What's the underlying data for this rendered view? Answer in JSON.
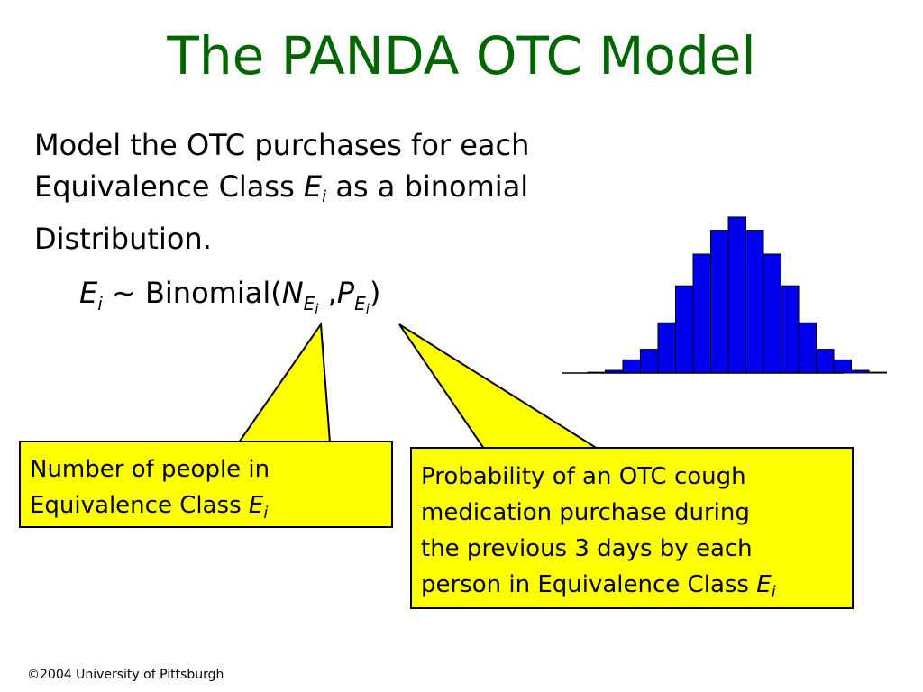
{
  "slide": {
    "title": "The PANDA OTC Model",
    "intro": {
      "line1": "Model the OTC purchases for each",
      "line2_pre": "Equivalence Class ",
      "line2_var": "E",
      "line2_sub": "i",
      "line2_post": " as a binomial",
      "line3": "Distribution."
    },
    "formula": {
      "lhs_var": "E",
      "lhs_sub": "i",
      "tilde": " ~ Binomial(",
      "n_var": "N",
      "n_sub_var": "E",
      "n_sub_sub": "i",
      "comma": " ,",
      "p_var": "P",
      "p_sub_var": "E",
      "p_sub_sub": "i",
      "close": ")"
    },
    "callout_left": {
      "line1": "Number of people in",
      "line2_pre": "Equivalence Class ",
      "var": "E",
      "sub": "i"
    },
    "callout_right": {
      "line1": "Probability of an OTC cough",
      "line2": "medication purchase during",
      "line3": "the previous 3 days by each",
      "line4_pre": "person in Equivalence Class ",
      "var": "E",
      "sub": "i"
    },
    "footer": {
      "symbol": "©",
      "text": "2004 University of Pittsburgh"
    },
    "colors": {
      "title": "#006600",
      "callout_fill": "#ffff00",
      "bars": "#0000ee"
    }
  },
  "chart_data": {
    "type": "bar",
    "xlabel": "",
    "ylabel": "",
    "values": [
      0.3,
      1,
      5,
      9,
      19,
      33,
      45,
      54,
      59,
      54,
      45,
      33,
      19,
      9,
      5,
      1,
      0.3
    ],
    "ylim": [
      0,
      60
    ],
    "grid": false,
    "legend": "none"
  }
}
